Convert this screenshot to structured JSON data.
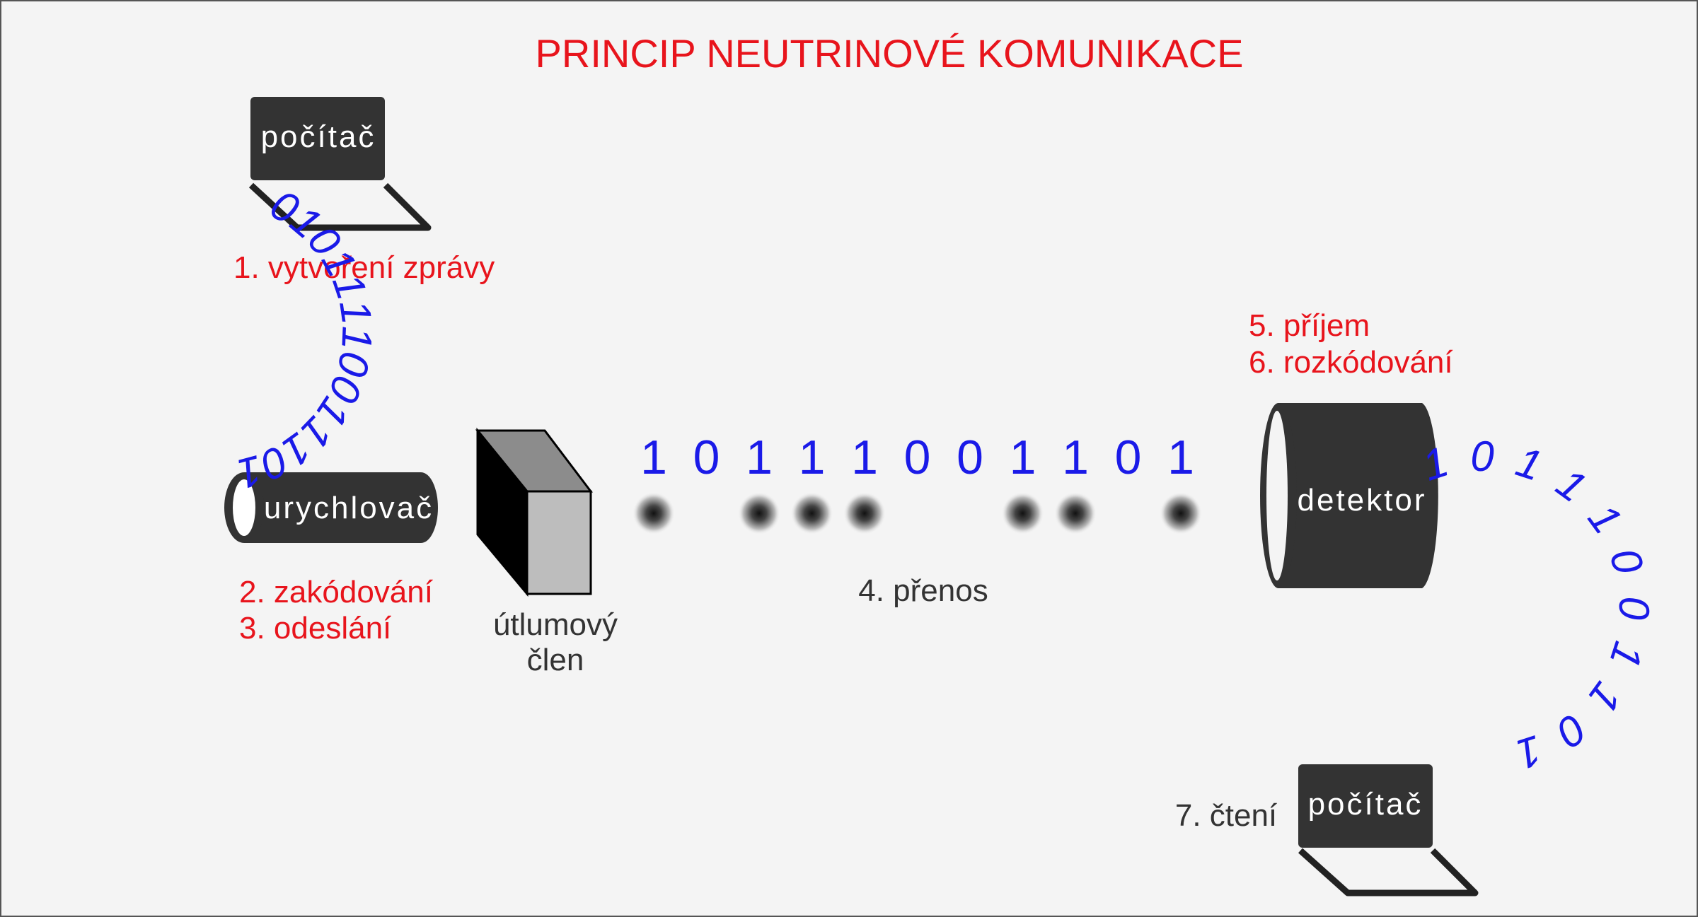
{
  "title": "PRINCIP NEUTRINOVÉ KOMUNIKACE",
  "colors": {
    "title": "#e8141c",
    "step": "#e8141c",
    "bits": "#1a1ae8",
    "device": "#333333",
    "text_dark": "#333333"
  },
  "devices": {
    "computer_top": "počítač",
    "accelerator": "urychlovač",
    "attenuator_line1": "útlumový",
    "attenuator_line2": "člen",
    "detector": "detektor",
    "computer_bottom": "počítač"
  },
  "steps": {
    "s1": "1. vytvoření zprávy",
    "s2": "2. zakódování",
    "s3": "3. odeslání",
    "s4": "4. přenos",
    "s5": "5. příjem",
    "s6": "6. rozkódování",
    "s7": "7. čtení"
  },
  "transmission_bits": [
    "1",
    "0",
    "1",
    "1",
    "1",
    "0",
    "0",
    "1",
    "1",
    "0",
    "1"
  ],
  "neutrino_present": [
    true,
    false,
    true,
    true,
    true,
    false,
    false,
    true,
    true,
    false,
    true
  ],
  "left_arc_bits": [
    "1",
    "0",
    "1",
    "1",
    "1",
    "0",
    "0",
    "1",
    "1",
    "1",
    "1",
    "0",
    "1",
    "0"
  ],
  "right_arc_bits": [
    "1",
    "0",
    "1",
    "1",
    "1",
    "0",
    "0",
    "1",
    "1",
    "0",
    "1"
  ],
  "icons": [
    "laptop-icon",
    "accelerator-tube-icon",
    "attenuator-block-icon",
    "neutrino-particle-icon",
    "detector-cylinder-icon"
  ]
}
